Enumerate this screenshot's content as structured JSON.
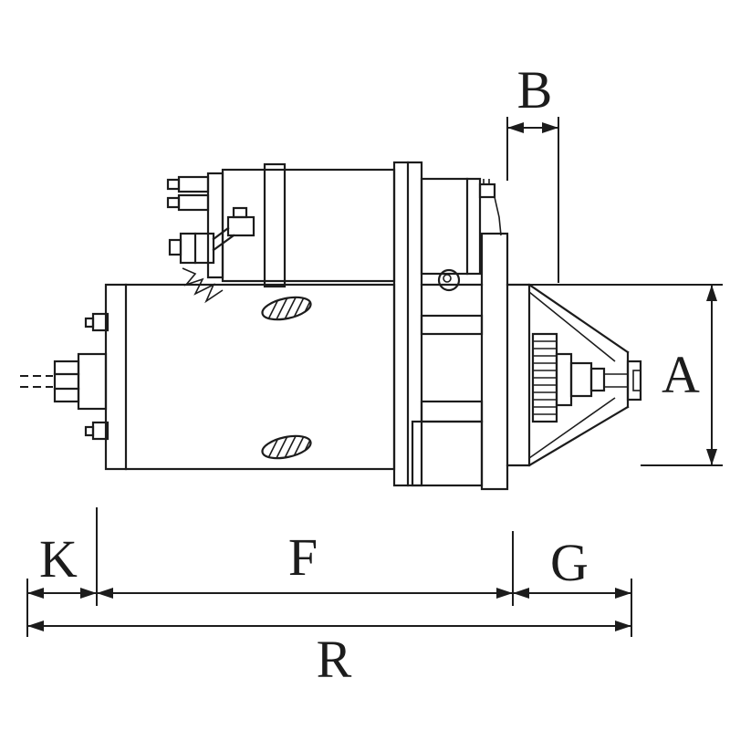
{
  "figure": {
    "background_color": "#ffffff",
    "line_color": "#1c1c1c",
    "labels": {
      "A": "A",
      "B": "B",
      "F": "F",
      "G": "G",
      "K": "K",
      "R": "R"
    }
  }
}
